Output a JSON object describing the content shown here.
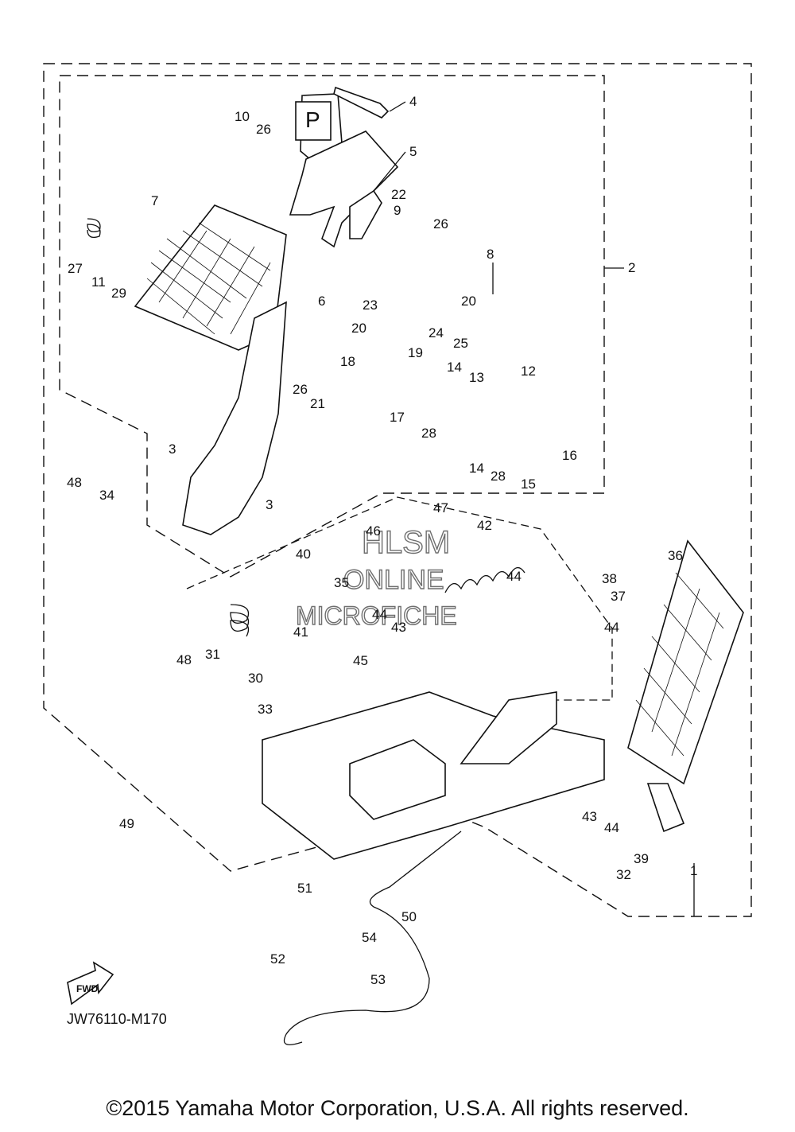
{
  "diagram": {
    "code": "JW76110-M170",
    "fwd_label": "FWD",
    "brake_symbol": "P",
    "copyright": "©2015 Yamaha Motor Corporation, U.S.A. All rights reserved.",
    "watermark": [
      "HLSM",
      "ONLINE",
      "MICROFICHE"
    ],
    "callouts": [
      "1",
      "2",
      "3",
      "3",
      "4",
      "5",
      "6",
      "7",
      "8",
      "9",
      "10",
      "11",
      "12",
      "13",
      "14",
      "14",
      "15",
      "16",
      "17",
      "18",
      "19",
      "20",
      "20",
      "21",
      "22",
      "23",
      "24",
      "25",
      "26",
      "26",
      "26",
      "27",
      "28",
      "28",
      "29",
      "30",
      "31",
      "32",
      "33",
      "34",
      "35",
      "36",
      "37",
      "38",
      "39",
      "40",
      "41",
      "42",
      "43",
      "43",
      "44",
      "44",
      "44",
      "44",
      "45",
      "46",
      "47",
      "48",
      "48",
      "49",
      "50",
      "51",
      "52",
      "53",
      "54"
    ]
  }
}
